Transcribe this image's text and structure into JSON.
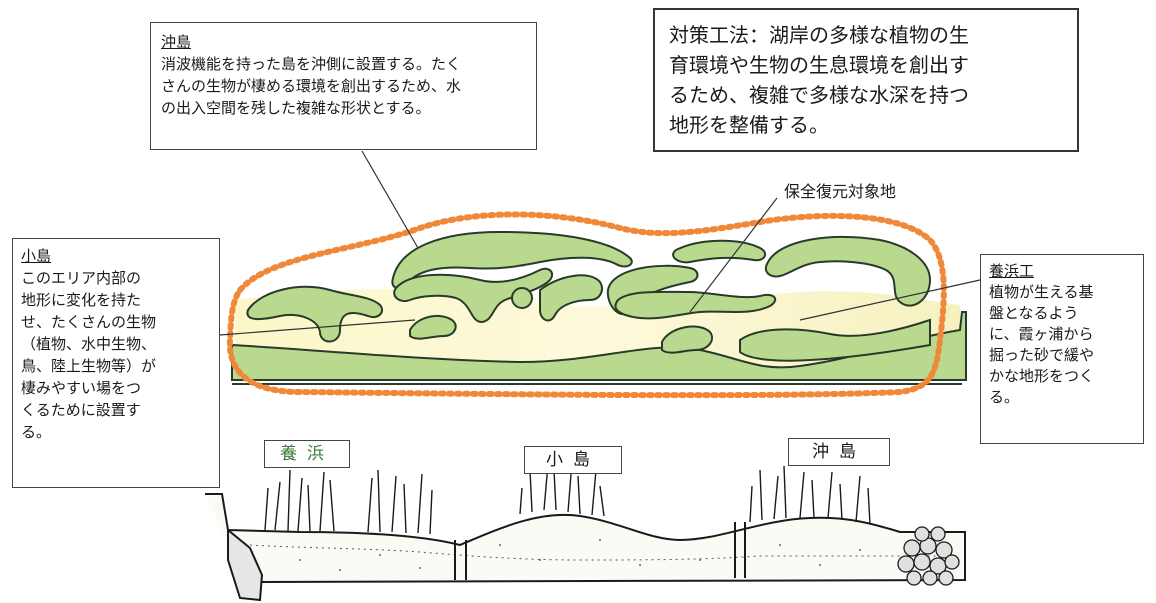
{
  "callouts": {
    "okishima": {
      "title": "沖島",
      "lines": [
        "消波機能を持った島を沖側に設置する。たく",
        "さんの生物が棲める環境を創出するため、水",
        "の出入空間を残した複雑な形状とする。"
      ]
    },
    "policy": {
      "lines": [
        "対策工法：湖岸の多様な植物の生",
        "育環境や生物の生息環境を創出す",
        "るため、複雑で多様な水深を持つ",
        "地形を整備する。"
      ]
    },
    "kojima": {
      "title": "小島",
      "lines": [
        "このエリア内部の",
        "地形に変化を持た",
        "せ、たくさんの生物",
        "（植物、水中生物、",
        "鳥、陸上生物等）が",
        "棲みやすい場をつ",
        "くるために設置す",
        "る。"
      ]
    },
    "youhin": {
      "title": "養浜工",
      "lines": [
        "植物が生える基",
        "盤となるよう",
        "に、霞ヶ浦から",
        "掘った砂で緩や",
        "かな地形をつく",
        "る。"
      ]
    }
  },
  "target_label": "保全復元対象地",
  "section_labels": {
    "youhin": "養浜",
    "kojima": "小島",
    "okishima": "沖島"
  },
  "colors": {
    "island_fill": "#b9da8e",
    "sand_fill": "#f7f3c4",
    "boundary": "#f0883a",
    "outline": "#2a3a2a"
  }
}
